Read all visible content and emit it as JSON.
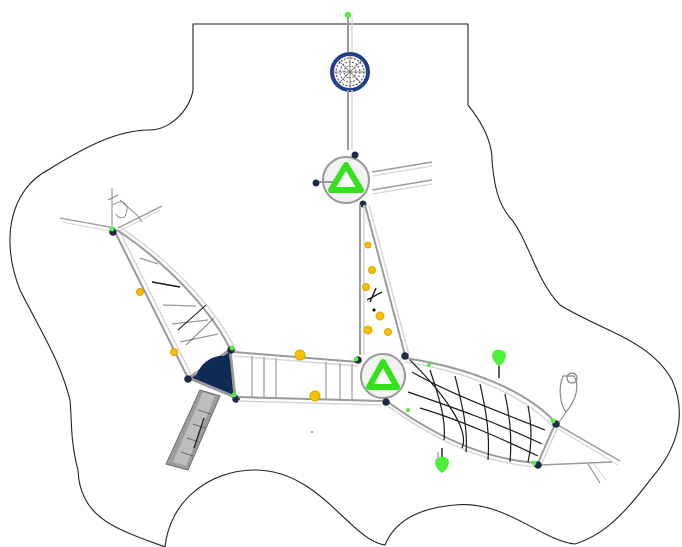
{
  "drawing": {
    "colors": {
      "background": "#ffffff",
      "outline": "#222222",
      "rail": "#9a9a9a",
      "rail_light": "#d6d6d6",
      "net": "#1a1a1a",
      "hub_green": "#33e21a",
      "post_green": "#4ef03a",
      "connector": "#1f2a44",
      "deck_navy": "#0f2a55",
      "disc_blue": "#1e3f8c",
      "hold_yellow": "#f2c200",
      "hold_orange": "#e6a000",
      "slide_gray": "#9c9c9c"
    },
    "components": [
      {
        "name": "safety-zone-outline"
      },
      {
        "name": "top-spinner-disc"
      },
      {
        "name": "upper-ring-hub"
      },
      {
        "name": "lower-ring-hub"
      },
      {
        "name": "triangle-deck"
      },
      {
        "name": "tube-slide"
      },
      {
        "name": "left-climbing-arm"
      },
      {
        "name": "rope-bridge"
      },
      {
        "name": "climbing-wall"
      },
      {
        "name": "net-tunnel"
      },
      {
        "name": "spring-rider"
      }
    ]
  }
}
